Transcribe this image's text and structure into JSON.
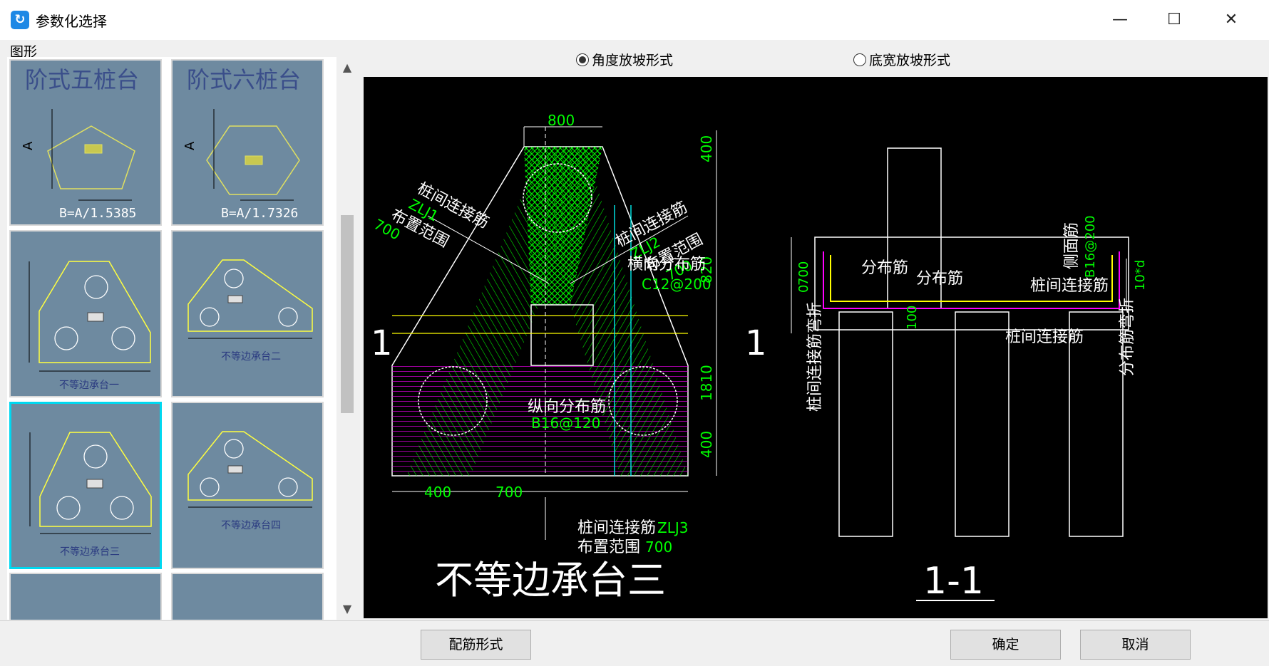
{
  "window": {
    "title": "参数化选择",
    "app_icon": "app-logo-icon",
    "controls": {
      "minimize": "—",
      "maximize": "☐",
      "close": "✕"
    }
  },
  "left_panel": {
    "group_label": "图形",
    "thumbnails": [
      {
        "title": "阶式五桩台",
        "formula": "B=A/1.5385",
        "dim": "A",
        "selected": false
      },
      {
        "title": "阶式六桩台",
        "formula": "B=A/1.7326",
        "dim": "A",
        "selected": false
      },
      {
        "label": "不等边承台一",
        "selected": false
      },
      {
        "label": "不等边承台二",
        "selected": false
      },
      {
        "label": "不等边承台三",
        "selected": true
      },
      {
        "label": "不等边承台四",
        "selected": false
      }
    ],
    "scroll_up": "▲",
    "scroll_down": "▼"
  },
  "radio_options": [
    {
      "label": "角度放坡形式",
      "checked": true
    },
    {
      "label": "底宽放坡形式",
      "checked": false
    }
  ],
  "drawing": {
    "title": "不等边承台三",
    "section_mark": "1",
    "section_title": "1-1",
    "dims": {
      "top": "800",
      "bottom_left": "400",
      "bottom_mid": "700",
      "right_1": "400",
      "right_2": "820",
      "right_3": "1810",
      "right_4": "400"
    },
    "labels": {
      "zlj1_name": "桩间连接筋",
      "zlj1_code": "ZLJ1",
      "zlj1_range": "布置范围",
      "zlj1_value": "700",
      "zlj2_name": "桩间连接筋",
      "zlj2_code": "ZLJ2",
      "zlj2_range": "布置范围",
      "zlj2_value": "700",
      "transverse": "横向分布筋",
      "transverse_spec": "C12@200",
      "longitudinal": "纵向分布筋",
      "longitudinal_spec": "B16@120",
      "zlj3_name": "桩间连接筋",
      "zlj3_code": "ZLJ3",
      "zlj3_range": "布置范围",
      "zlj3_value": "700"
    },
    "section_labels": {
      "dist_bar_1": "分布筋",
      "dist_bar_2": "分布筋",
      "side_bar": "侧面筋",
      "side_bar_spec": "B16@200",
      "pile_link": "桩间连接筋",
      "pile_link_2": "桩间连接筋",
      "pile_link_bend": "桩间连接筋弯折",
      "dist_bend": "分布筋弯折",
      "bend_len": "10*d",
      "height": "700",
      "zero": "0",
      "cover": "100"
    },
    "colors": {
      "green": "#00ff00",
      "magenta": "#ff00ff",
      "yellow": "#ffff00",
      "cyan": "#00ffff",
      "white": "#ffffff"
    }
  },
  "buttons": {
    "rebar_form": "配筋形式",
    "ok": "确定",
    "cancel": "取消"
  }
}
